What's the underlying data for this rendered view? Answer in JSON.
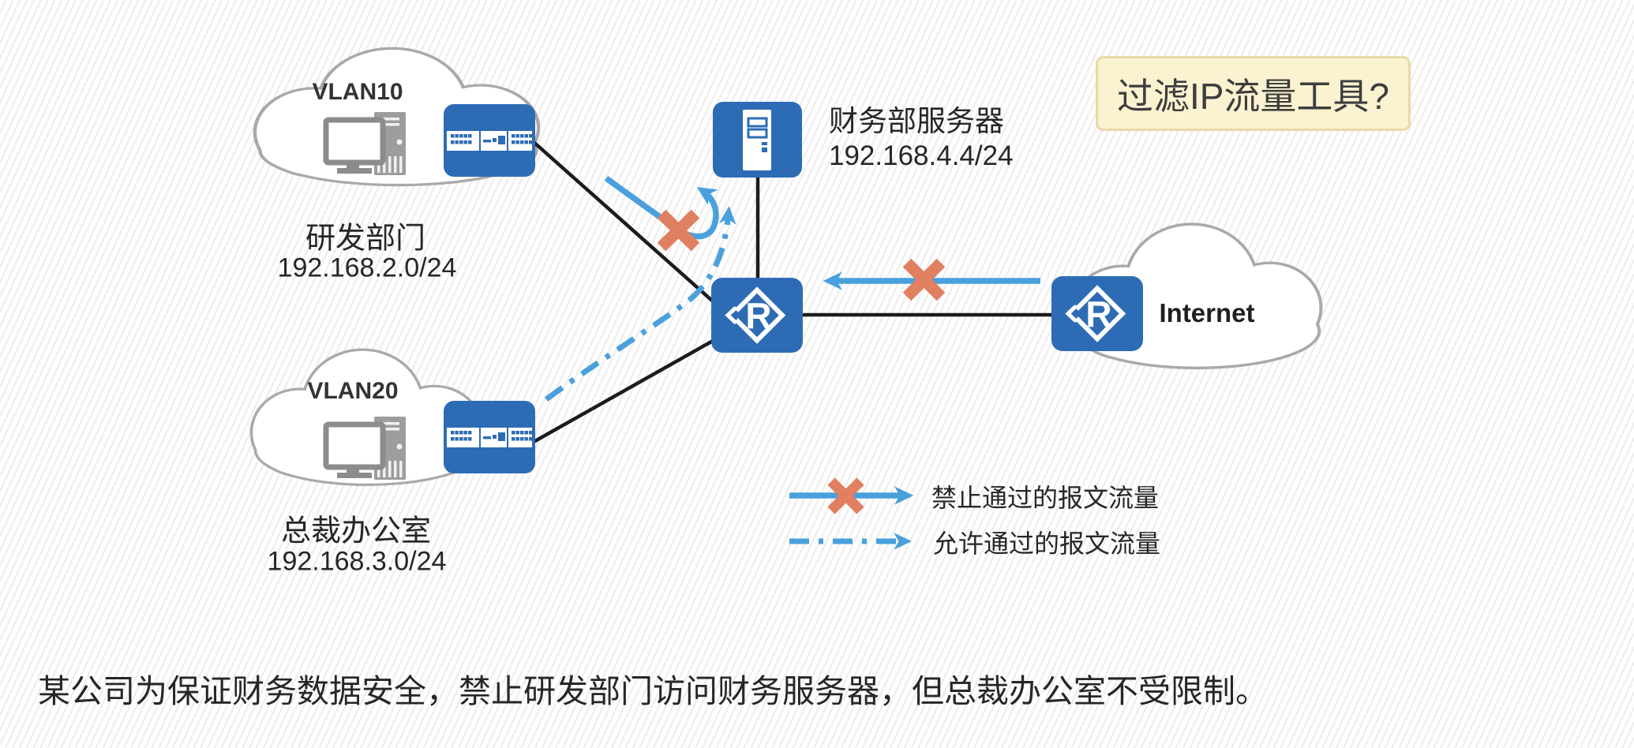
{
  "colors": {
    "icon_blue": "#2d6cb5",
    "arrow_blue": "#4aa0dc",
    "cross_orange": "#e08060",
    "line_black": "#1c1c1c",
    "cloud_gray": "#a9a9a9",
    "note_bg": "#faf2d0",
    "note_border": "#e7d9a8",
    "text_dark": "#262626"
  },
  "note": {
    "text": "过滤IP流量工具?"
  },
  "nodes": {
    "vlan10": {
      "cloud_label": "VLAN10",
      "name": "研发部门",
      "ip": "192.168.2.0/24"
    },
    "vlan20": {
      "cloud_label": "VLAN20",
      "name": "总裁办公室",
      "ip": "192.168.3.0/24"
    },
    "server": {
      "name": "财务部服务器",
      "ip": "192.168.4.4/24"
    },
    "internet": {
      "label": "Internet"
    },
    "router_glyph": "R"
  },
  "legend": {
    "denied": "禁止通过的报文流量",
    "allowed": "允许通过的报文流量"
  },
  "caption": "某公司为保证财务数据安全，禁止研发部门访问财务服务器，但总裁办公室不受限制。",
  "icons": [
    "cloud",
    "pc-icon",
    "switch-icon",
    "router-icon",
    "server-icon",
    "cross-icon",
    "arrow-icon",
    "dashed-arrow-icon"
  ]
}
